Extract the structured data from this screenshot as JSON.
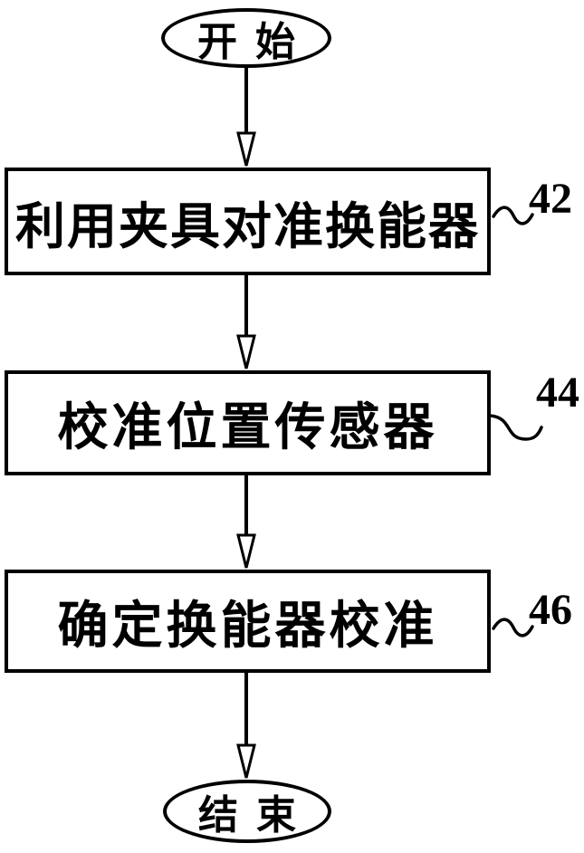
{
  "diagram": {
    "type": "flowchart",
    "start_label": "开始",
    "end_label": "结束",
    "steps": [
      {
        "text": "利用夹具对准换能器",
        "ref": "42"
      },
      {
        "text": "校准位置传感器",
        "ref": "44"
      },
      {
        "text": "确定换能器校准",
        "ref": "46"
      }
    ]
  }
}
